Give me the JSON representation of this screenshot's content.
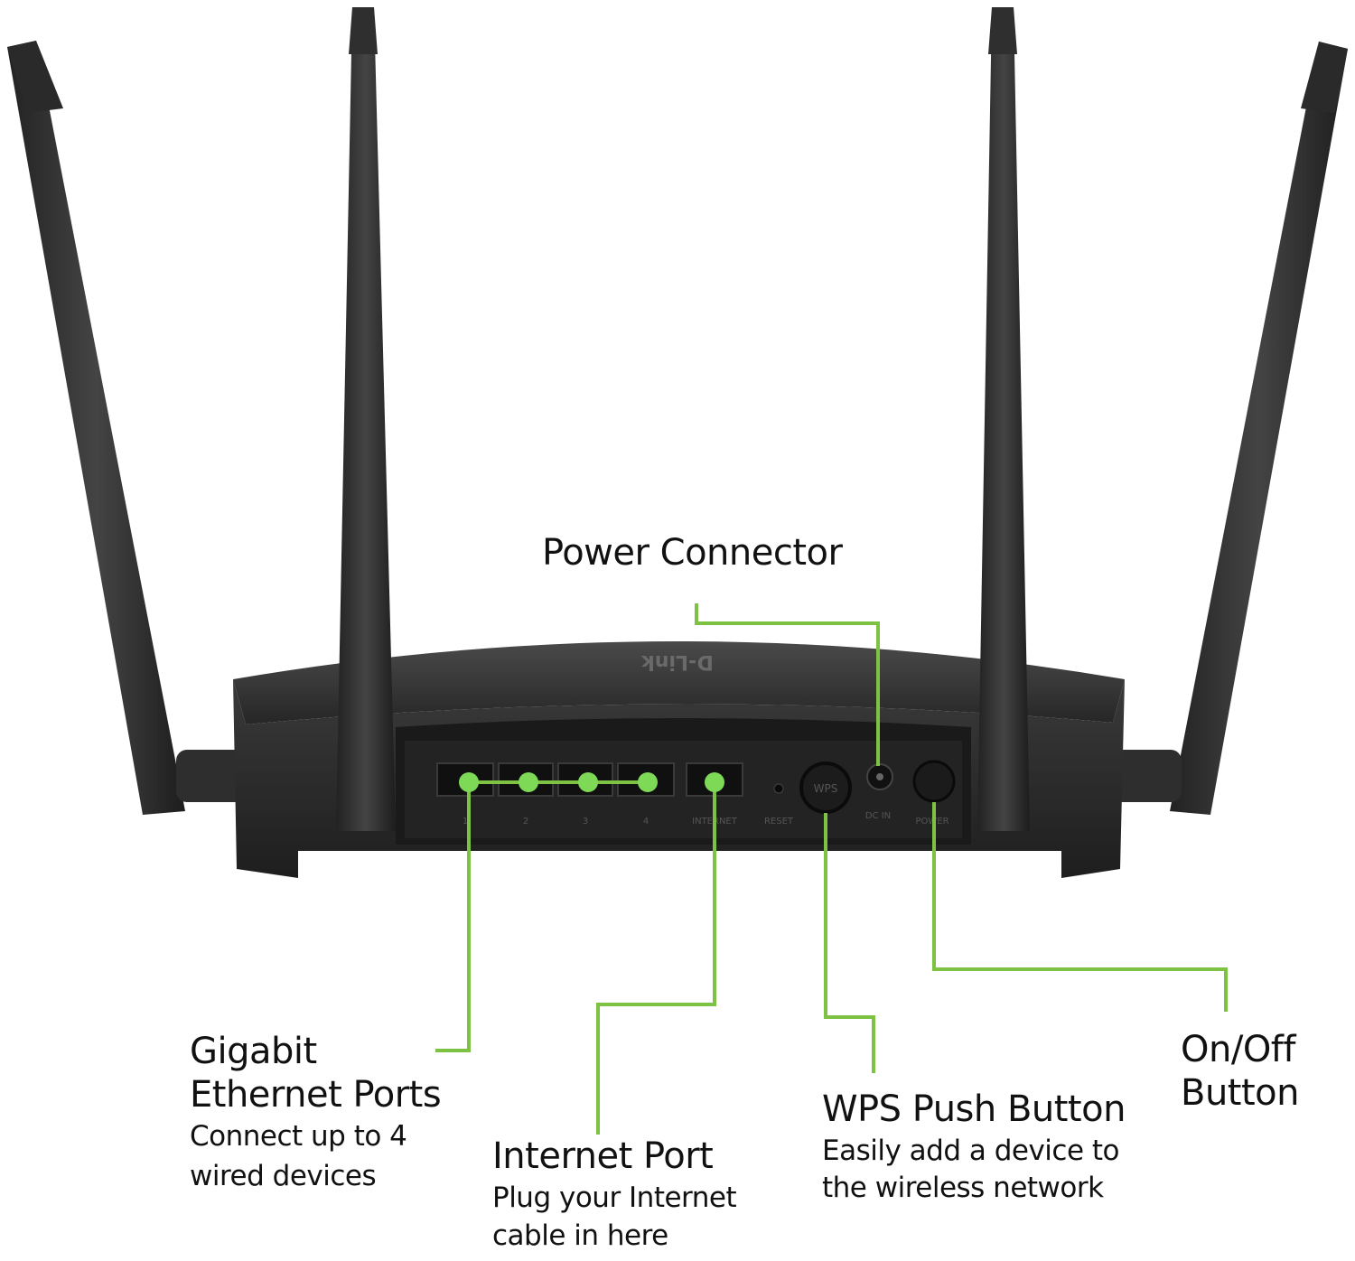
{
  "colors": {
    "background": "#ffffff",
    "callout_line": "#7dc242",
    "port_dot": "#7ed957",
    "router_body": "#2b2b2b",
    "router_dark": "#161616",
    "antenna": "#333333",
    "text": "#111111"
  },
  "callouts": {
    "power": {
      "title": "Power Connector"
    },
    "ethernet": {
      "title_line1": "Gigabit",
      "title_line2": "Ethernet Ports",
      "desc_line1": "Connect up to 4",
      "desc_line2": "wired devices"
    },
    "internet": {
      "title": "Internet Port",
      "desc_line1": "Plug your Internet",
      "desc_line2": "cable in here"
    },
    "wps": {
      "title": "WPS Push Button",
      "desc_line1": "Easily add a device to",
      "desc_line2": "the wireless network"
    },
    "onoff": {
      "title_line1": "On/Off",
      "title_line2": "Button"
    }
  },
  "device": {
    "brand": "D-Link",
    "port_labels": [
      "1",
      "2",
      "3",
      "4",
      "INTERNET",
      "RESET",
      "WPS",
      "DC IN",
      "POWER"
    ]
  },
  "icons": {
    "wps_button": "wps-button-icon",
    "power_button": "power-button-icon",
    "dc_jack": "dc-jack-icon"
  }
}
